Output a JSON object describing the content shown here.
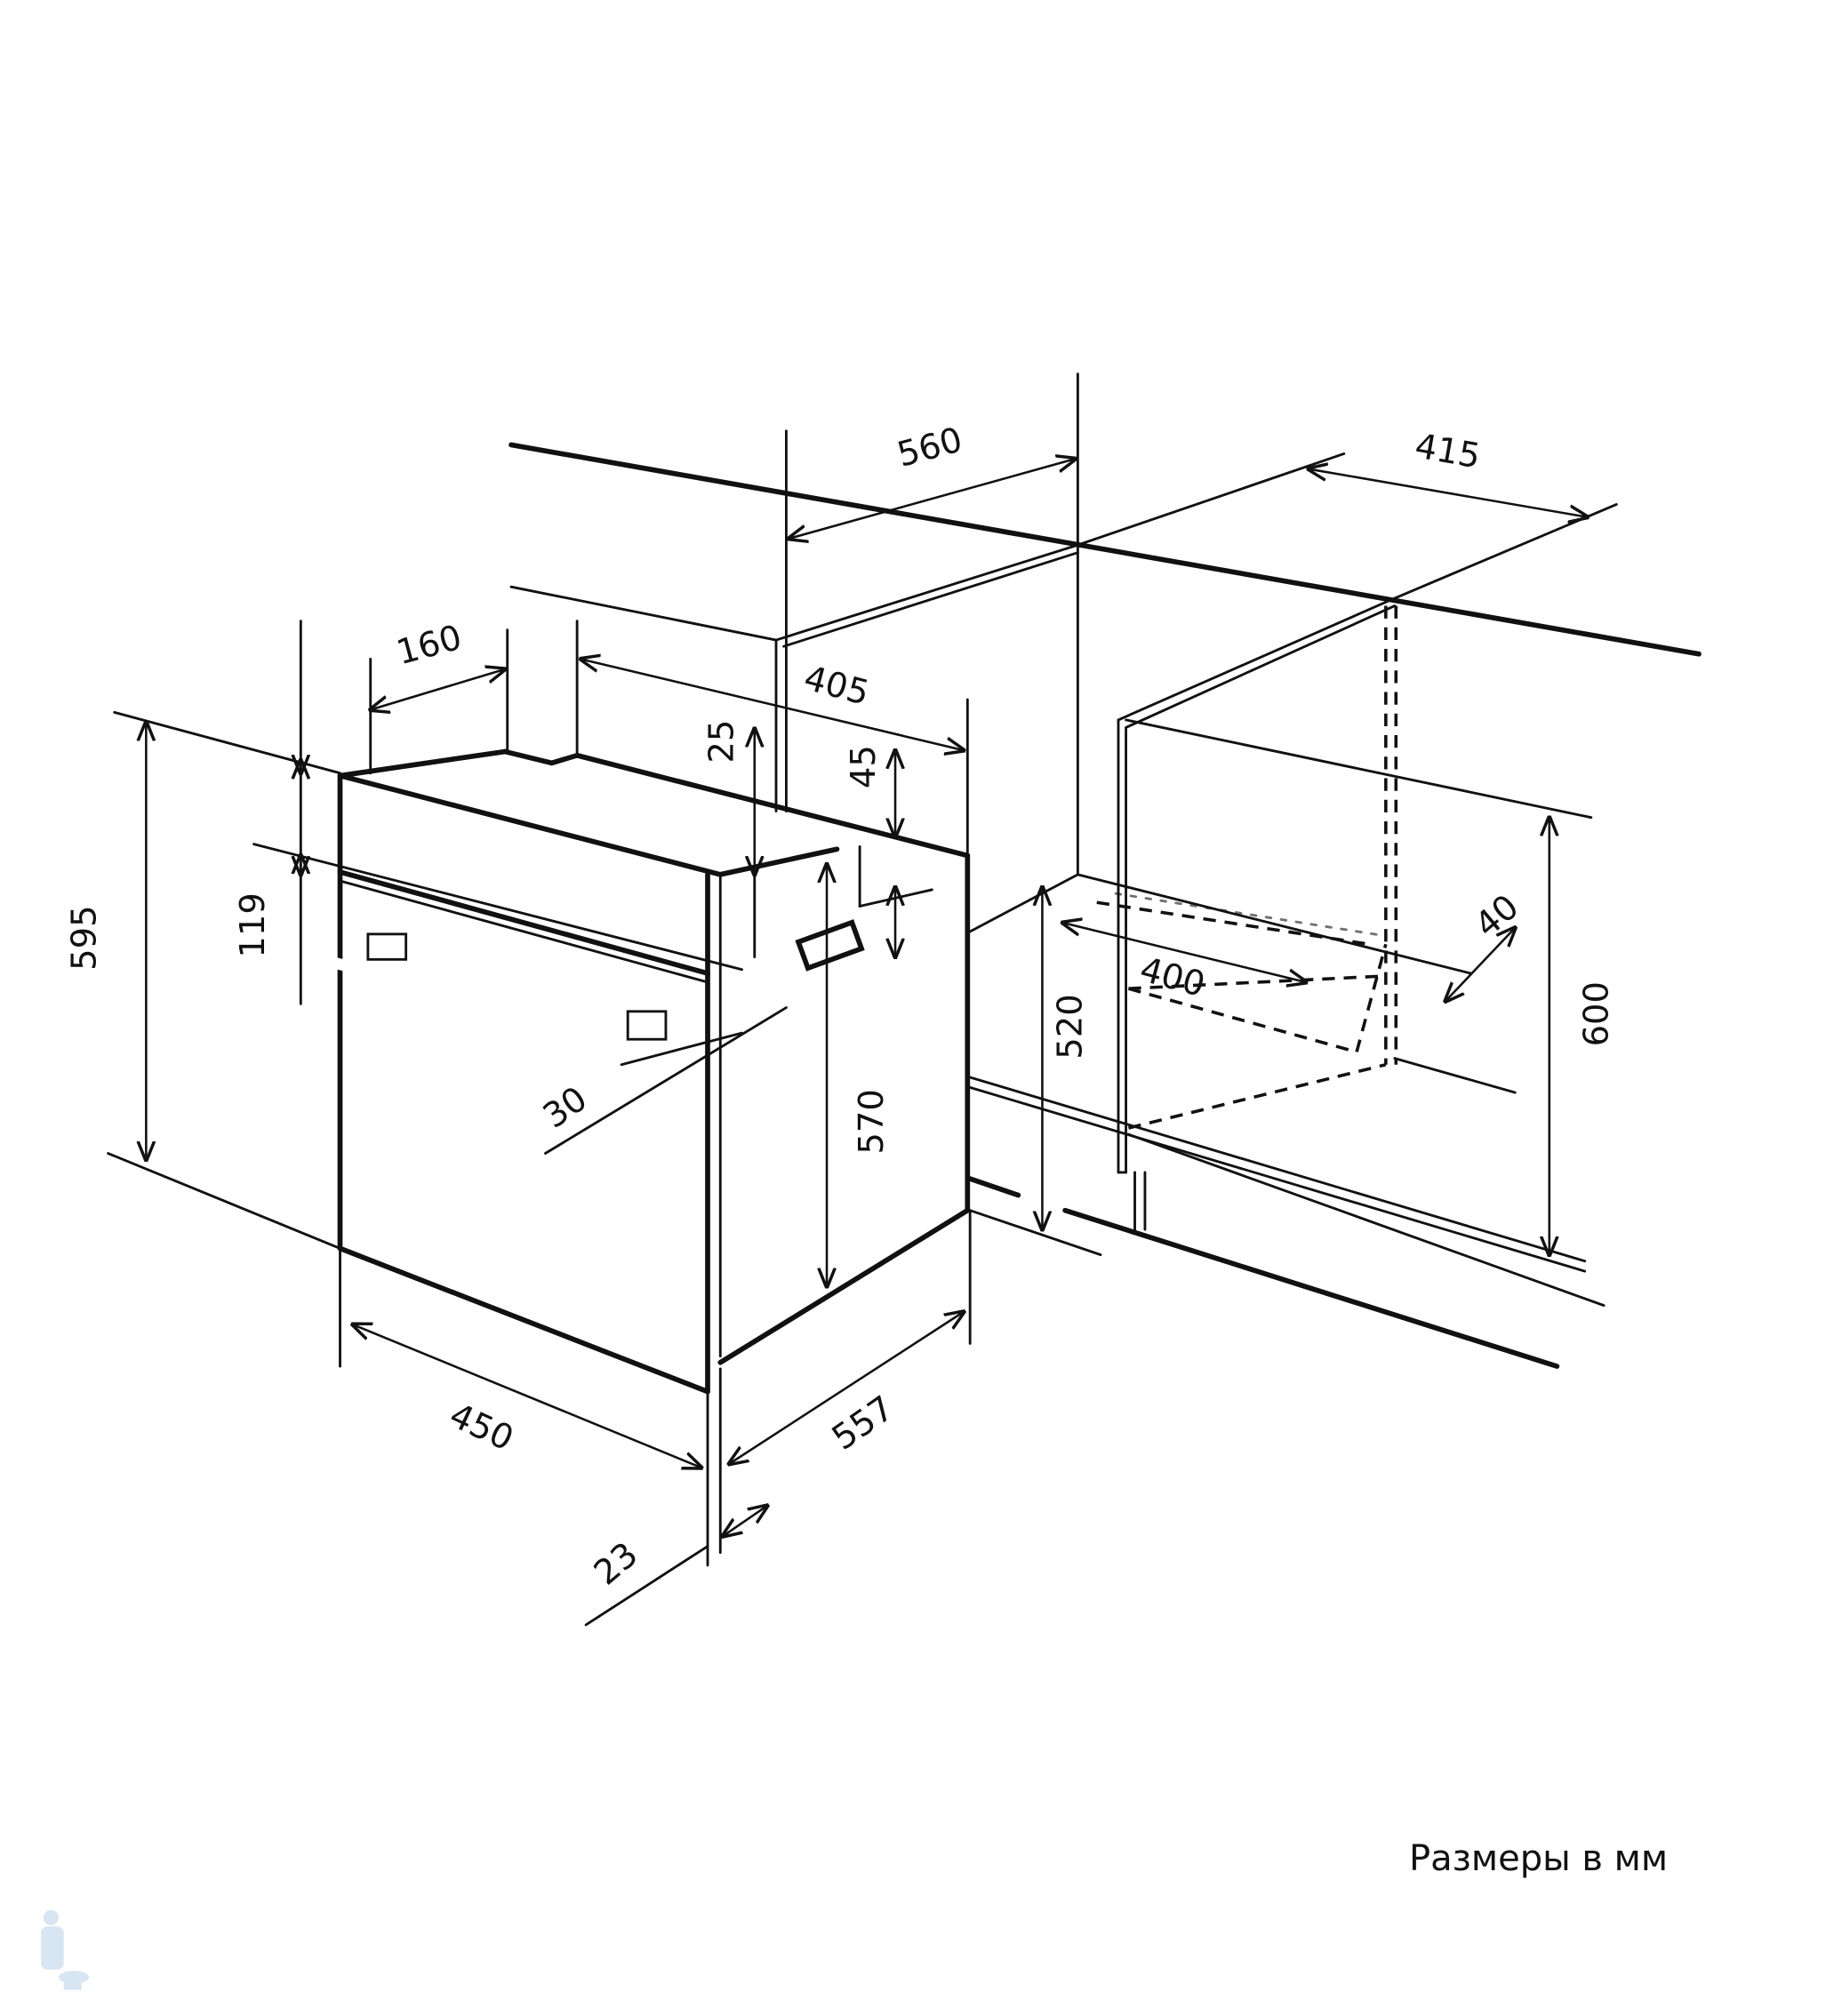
{
  "labels": {
    "d560": "560",
    "d415": "415",
    "d160": "160",
    "d405": "405",
    "d25": "25",
    "d45": "45",
    "d595": "595",
    "d119": "119",
    "d30": "30",
    "d570": "570",
    "d520": "520",
    "d400": "400",
    "d40": "40",
    "d600": "600",
    "d450": "450",
    "d557": "557",
    "d23": "23"
  },
  "caption": "Размеры в мм"
}
